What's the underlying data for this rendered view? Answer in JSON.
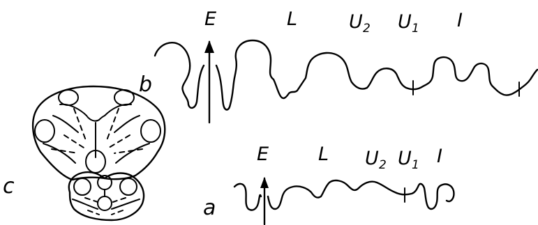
{
  "figure": {
    "panel_b": {
      "letter": "b",
      "labels": [
        {
          "main": "E",
          "sub": ""
        },
        {
          "main": "L",
          "sub": ""
        },
        {
          "main": "U",
          "sub": "2"
        },
        {
          "main": "U",
          "sub": "1"
        },
        {
          "main": "I",
          "sub": ""
        }
      ]
    },
    "panel_a": {
      "letter": "a",
      "labels": [
        {
          "main": "E",
          "sub": ""
        },
        {
          "main": "L",
          "sub": ""
        },
        {
          "main": "U",
          "sub": "2"
        },
        {
          "main": "U",
          "sub": "1"
        },
        {
          "main": "I",
          "sub": ""
        }
      ]
    },
    "panel_c": {
      "letter": "c"
    }
  }
}
